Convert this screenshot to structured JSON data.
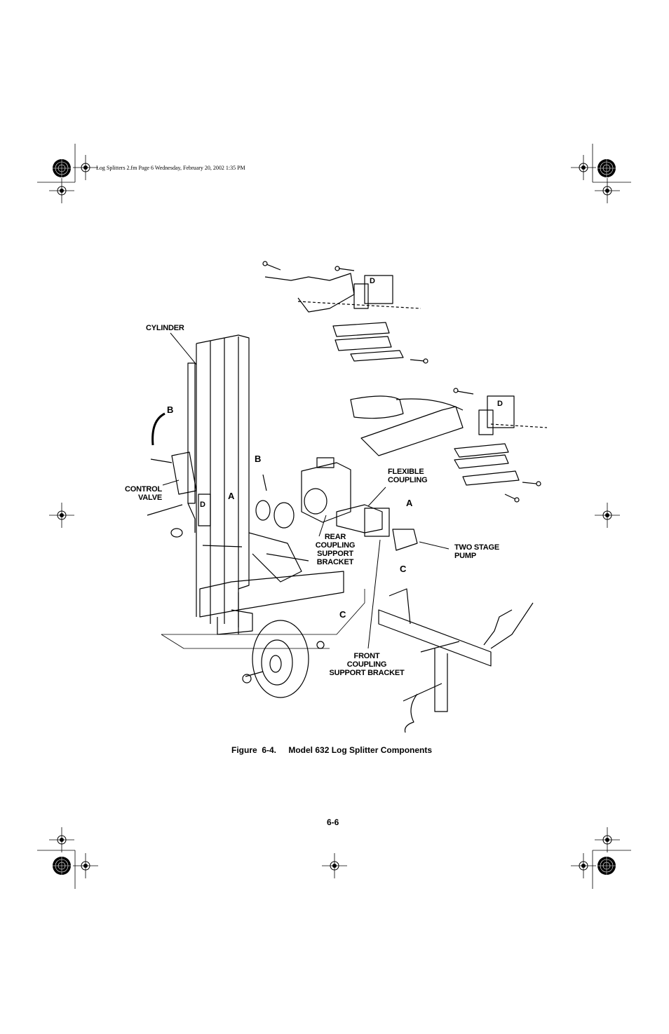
{
  "header": {
    "file_stamp": "Log Splitters 2.fm  Page 6  Wednesday, February 20, 2002  1:35 PM"
  },
  "figure": {
    "callouts": {
      "cylinder": "CYLINDER",
      "control_valve_line1": "CONTROL",
      "control_valve_line2": "VALVE",
      "flexible_coupling_line1": "FLEXIBLE",
      "flexible_coupling_line2": "COUPLING",
      "rear_bracket_line1": "REAR",
      "rear_bracket_line2": "COUPLING",
      "rear_bracket_line3": "SUPPORT",
      "rear_bracket_line4": "BRACKET",
      "two_stage_pump_line1": "TWO STAGE",
      "two_stage_pump_line2": "PUMP",
      "front_bracket_line1": "FRONT",
      "front_bracket_line2": "COUPLING",
      "front_bracket_line3": "SUPPORT BRACKET"
    },
    "letters": {
      "a": "A",
      "b": "B",
      "c": "C",
      "d": "D"
    },
    "caption_number": "Figure  6-4.",
    "caption_title": "Model 632 Log Splitter Components"
  },
  "footer": {
    "page_number": "6-6"
  }
}
